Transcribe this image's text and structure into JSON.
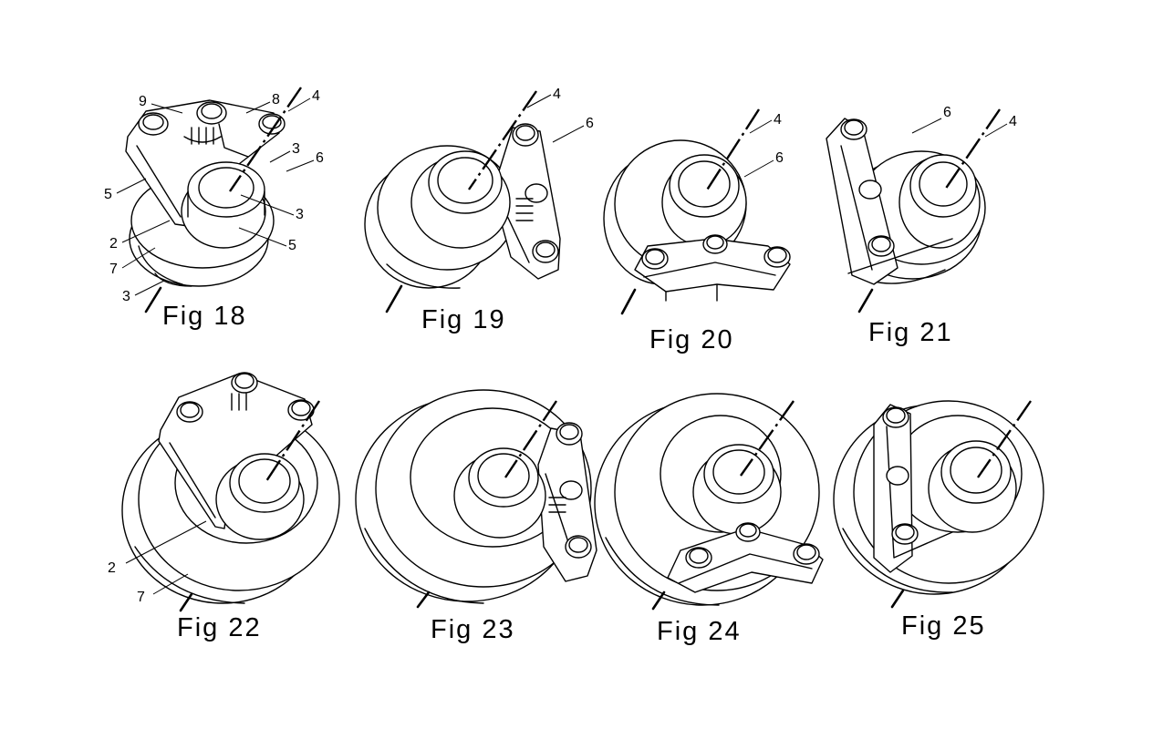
{
  "figures": [
    {
      "caption": "Fig 18",
      "labels": [
        "9",
        "8",
        "4",
        "3",
        "6",
        "5",
        "3",
        "2",
        "5",
        "7",
        "3"
      ]
    },
    {
      "caption": "Fig 19",
      "labels": [
        "4",
        "6"
      ]
    },
    {
      "caption": "Fig 20",
      "labels": [
        "4",
        "6"
      ]
    },
    {
      "caption": "Fig 21",
      "labels": [
        "6",
        "4"
      ]
    },
    {
      "caption": "Fig 22",
      "labels": [
        "2",
        "7"
      ]
    },
    {
      "caption": "Fig 23",
      "labels": []
    },
    {
      "caption": "Fig 24",
      "labels": []
    },
    {
      "caption": "Fig 25",
      "labels": []
    }
  ]
}
